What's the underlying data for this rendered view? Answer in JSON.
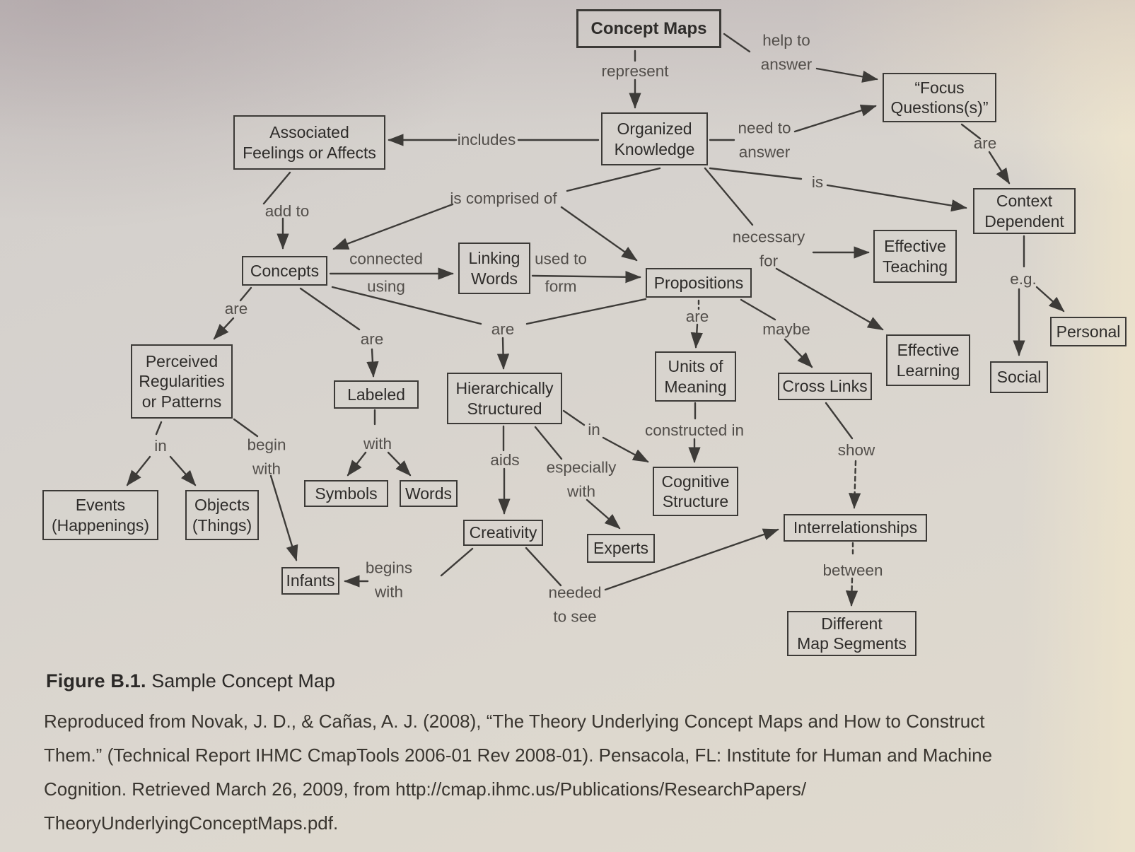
{
  "nodes": {
    "concept_maps": "Concept Maps",
    "focus_questions": "“Focus\nQuestions(s)”",
    "assoc_feelings": "Associated\nFeelings or Affects",
    "organized_knowledge": "Organized\nKnowledge",
    "context_dependent": "Context\nDependent",
    "concepts": "Concepts",
    "linking_words": "Linking\nWords",
    "propositions": "Propositions",
    "effective_teaching": "Effective\nTeaching",
    "effective_learning": "Effective\nLearning",
    "personal": "Personal",
    "social": "Social",
    "perceived_regularities": "Perceived\nRegularities\nor Patterns",
    "labeled": "Labeled",
    "hierarchically_structured": "Hierarchically\nStructured",
    "units_of_meaning": "Units of\nMeaning",
    "cross_links": "Cross Links",
    "events": "Events\n(Happenings)",
    "objects": "Objects\n(Things)",
    "symbols": "Symbols",
    "words": "Words",
    "creativity": "Creativity",
    "cognitive_structure": "Cognitive\nStructure",
    "experts": "Experts",
    "interrelationships": "Interrelationships",
    "infants": "Infants",
    "different_map_segments": "Different\nMap Segments"
  },
  "edge_labels": {
    "represent": "represent",
    "help_to_answer": "help to\nanswer",
    "includes": "includes",
    "need_to_answer": "need to\nanswer",
    "is": "is",
    "are": "are",
    "is_comprised_of": "is comprised of",
    "add_to": "add to",
    "connected_using": "connected\nusing",
    "used_to_form": "used to\nform",
    "necessary_for": "necessary\nfor",
    "maybe": "maybe",
    "eg": "e.g.",
    "in": "in",
    "begin_with": "begin\nwith",
    "with": "with",
    "aids": "aids",
    "especially_with": "especially\nwith",
    "constructed_in": "constructed in",
    "show": "show",
    "begins_with": "begins\nwith",
    "needed_to_see": "needed\nto see",
    "between": "between"
  },
  "figure": {
    "caption_label": "Figure B.1.",
    "caption_title": "Sample Concept Map",
    "citation_lines": [
      "Reproduced from Novak, J. D., & Cañas, A. J. (2008), “The Theory Underlying Concept Maps and How to Construct",
      "Them.” (Technical Report IHMC CmapTools 2006-01 Rev 2008-01). Pensacola, FL: Institute for Human and Machine",
      "Cognition. Retrieved March 26, 2009, from http://cmap.ihmc.us/Publications/ResearchPapers/",
      "TheoryUnderlyingConceptMaps.pdf."
    ]
  },
  "colors": {
    "paper": "#d7d3ce",
    "ink": "#2e2c2a",
    "line": "#3d3b38",
    "label": "#524e4a"
  }
}
